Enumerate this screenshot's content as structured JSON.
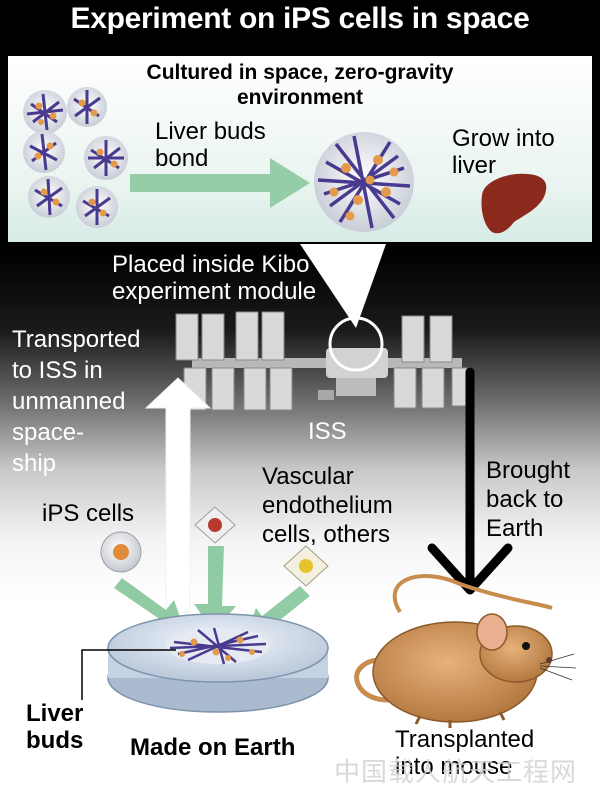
{
  "title": "Experiment on iPS cells in space",
  "space_panel": {
    "title_line1": "Cultured in space, zero-gravity",
    "title_line2": "environment",
    "bond_line1": "Liver buds",
    "bond_line2": "bond",
    "grow_line1": "Grow into",
    "grow_line2": "liver"
  },
  "kibo": {
    "line1": "Placed inside Kibo",
    "line2": "experiment module"
  },
  "iss_label": "ISS",
  "transport": {
    "line1": "Transported",
    "line2": "to ISS in",
    "line3": "unmanned",
    "line4": "space-",
    "line5": "ship"
  },
  "brought_back": {
    "line1": "Brought",
    "line2": "back to",
    "line3": "Earth"
  },
  "ips_label": "iPS cells",
  "vascular": {
    "line1": "Vascular",
    "line2": "endothelium",
    "line3": "cells, others"
  },
  "liver_buds": {
    "line1": "Liver",
    "line2": "buds"
  },
  "made_on_earth": "Made on Earth",
  "transplanted": {
    "line1": "Transplanted",
    "line2": "into mouse"
  },
  "watermark": "中国载人航天工程网",
  "colors": {
    "arrow_green": "#8cc9a0",
    "liver": "#8b2a1c",
    "mouse": "#c98c4f",
    "lattice": "#4a3a8f",
    "cell_orange": "#e39a4a"
  }
}
